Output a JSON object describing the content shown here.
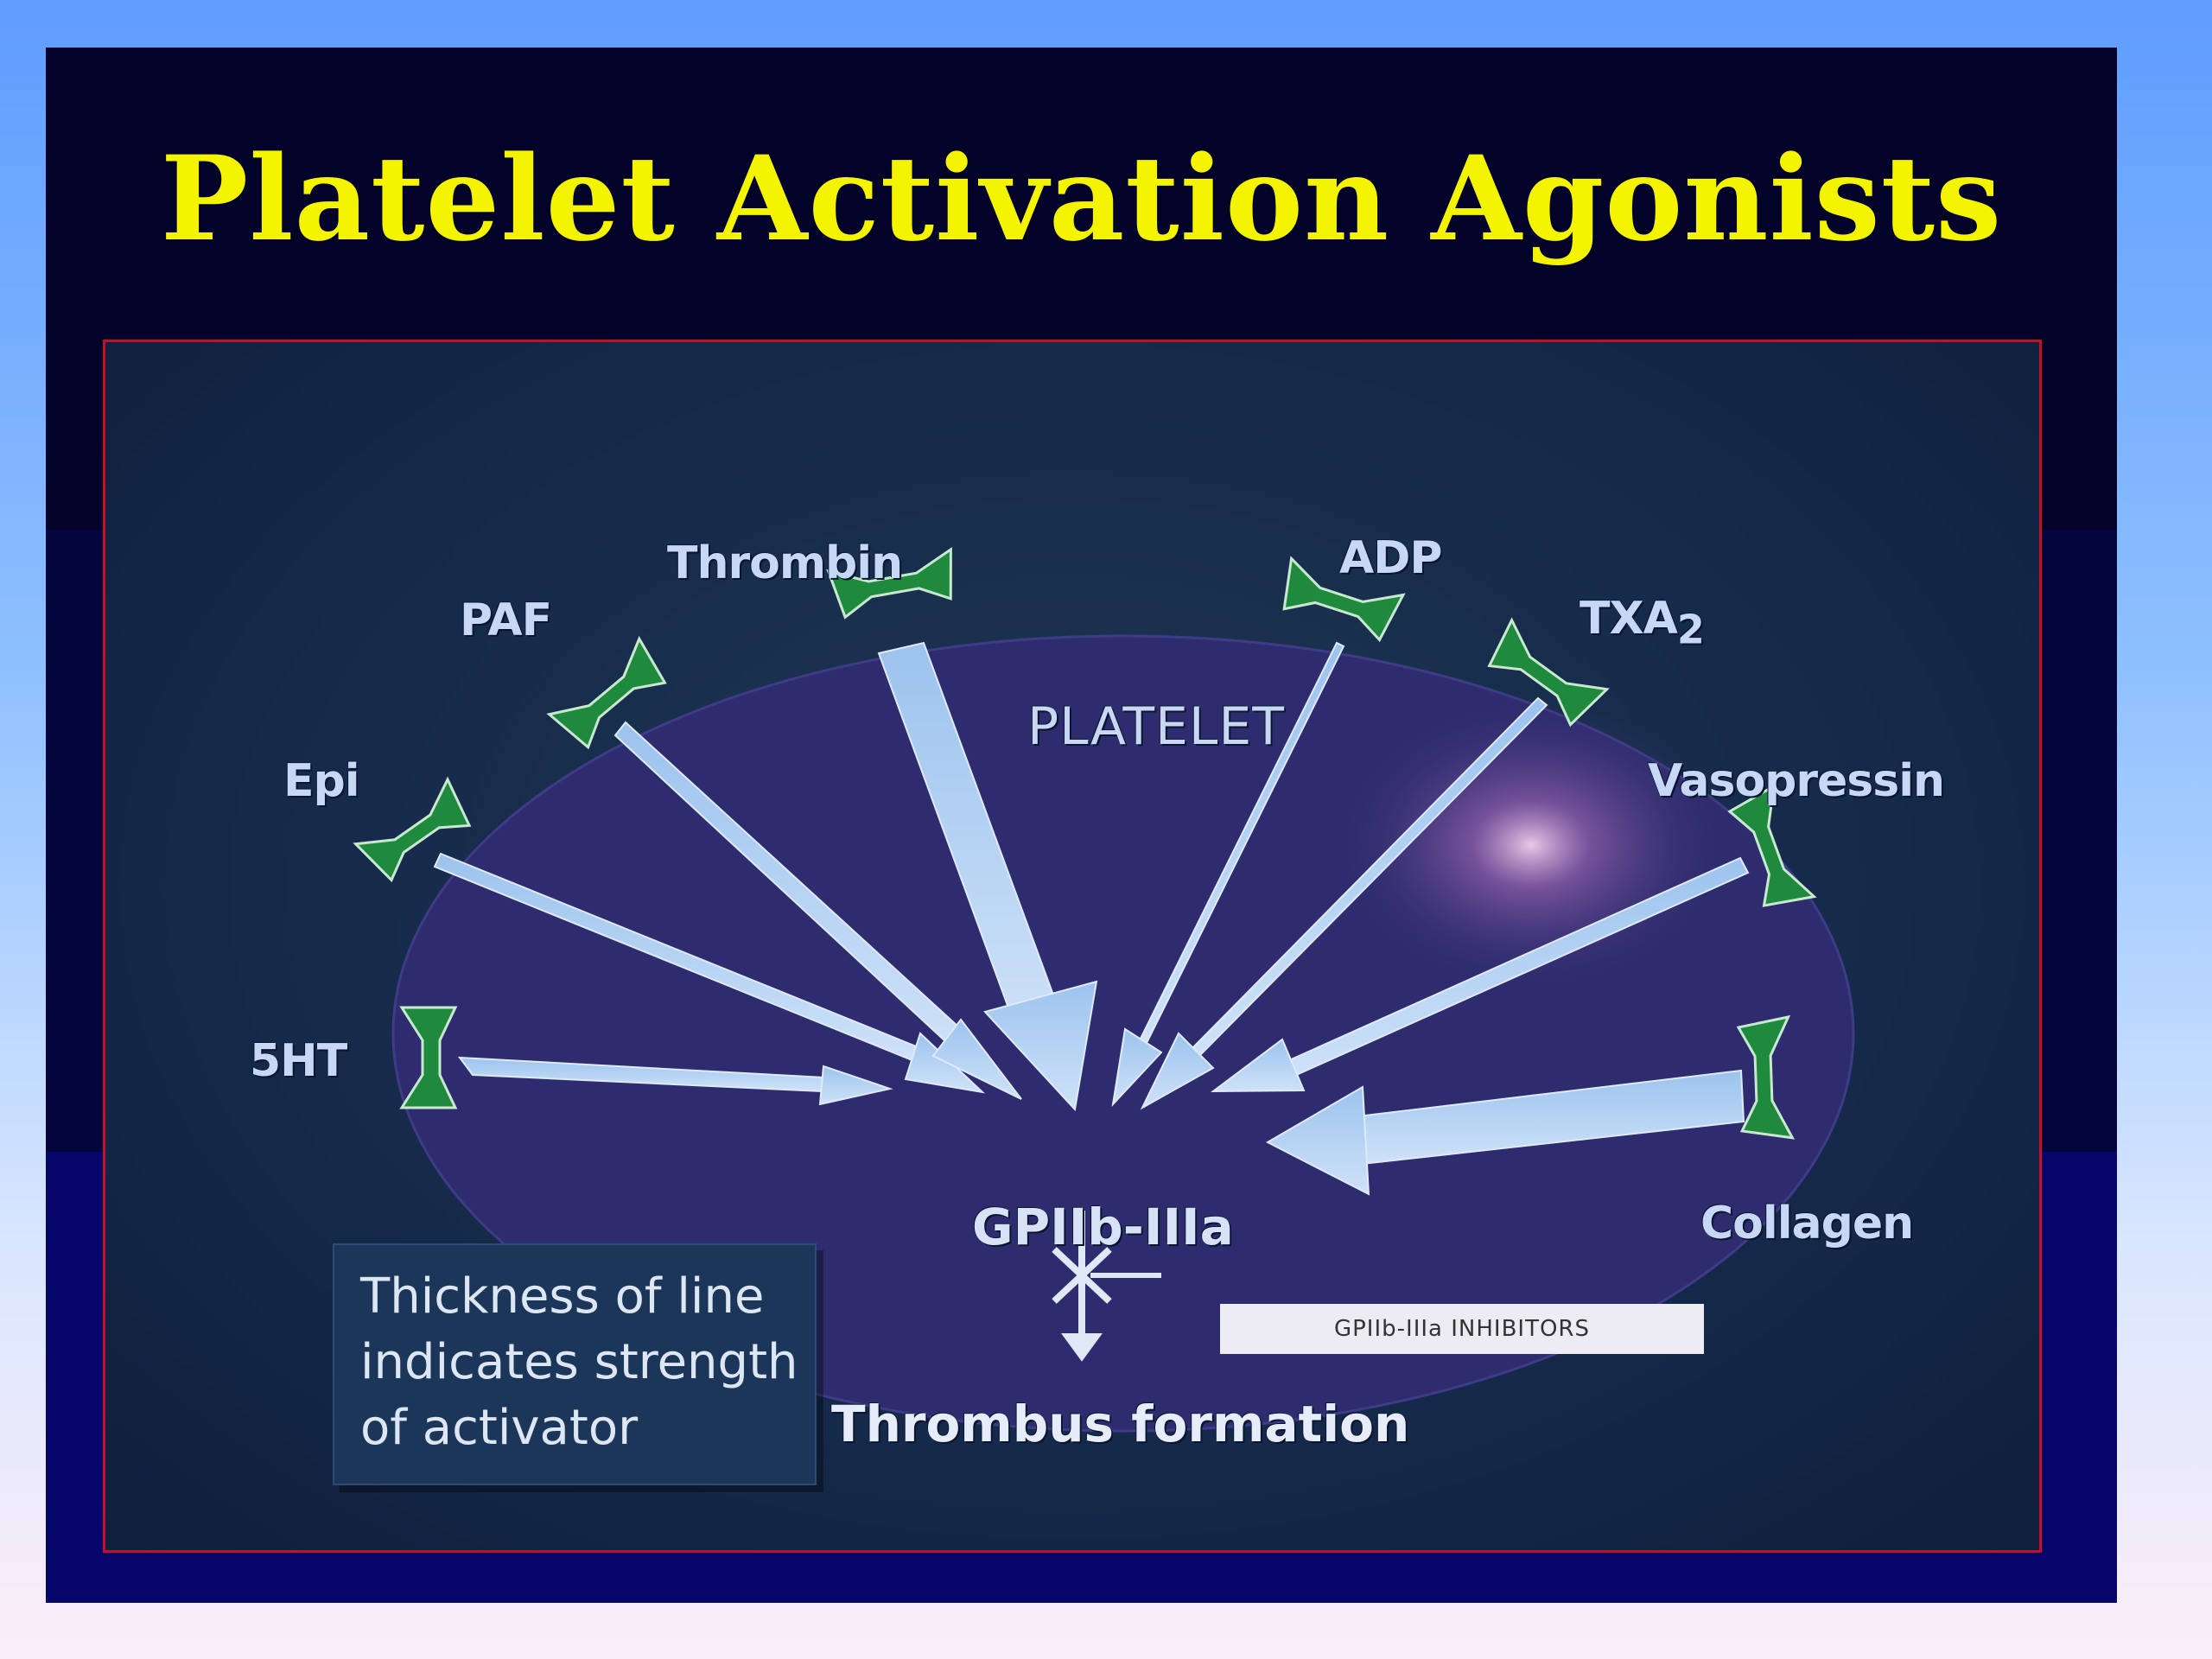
{
  "slide": {
    "title": "Platelet Activation Agonists"
  },
  "diagram": {
    "cell_label": "PLATELET",
    "receptor_label": "GPIIb-IIIa",
    "outcome_label": "Thrombus formation",
    "inhibitor_box_text": "GPIIb-IIIa INHIBITORS",
    "legend_lines": [
      "Thickness of line",
      "indicates strength",
      "of activator"
    ],
    "agonists": [
      {
        "id": "5ht",
        "label": "5HT"
      },
      {
        "id": "epi",
        "label": "Epi"
      },
      {
        "id": "paf",
        "label": "PAF"
      },
      {
        "id": "thrombin",
        "label": "Thrombin"
      },
      {
        "id": "adp",
        "label": "ADP"
      },
      {
        "id": "txa2",
        "label": "TXA",
        "subscript": "2"
      },
      {
        "id": "vasopressin",
        "label": "Vasopressin"
      },
      {
        "id": "collagen",
        "label": "Collagen"
      }
    ]
  },
  "colors": {
    "title": "#f4f400",
    "frame_border": "#c0102a",
    "platelet_fill": "#2e2c6e",
    "arrow_fill": "#b9d4f4",
    "receptor_green": "#1f8a3e"
  }
}
